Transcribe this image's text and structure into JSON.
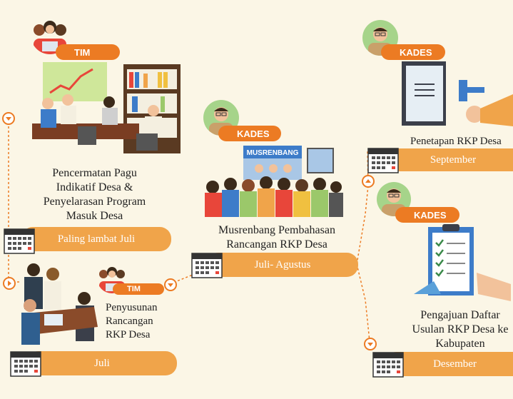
{
  "roles": {
    "tim1": "TIM",
    "kades1": "KADES",
    "kades2": "KADES",
    "kades3": "KADES",
    "tim2": "TIM"
  },
  "steps": {
    "step1": {
      "caption": "Pencermatan Pagu Indikatif Desa & Penyelarasan Program Masuk Desa",
      "time": "Paling lambat Juli"
    },
    "step2": {
      "caption": "Penyusunan Rancangan RKP Desa",
      "time": "Juli"
    },
    "step3": {
      "caption": "Musrenbang Pembahasan Rancangan RKP Desa",
      "time": "Juli- Agustus",
      "banner": "MUSRENBANG"
    },
    "step4": {
      "caption": "Penetapan RKP Desa",
      "time": "September"
    },
    "step5": {
      "caption": "Pengajuan Daftar Usulan RKP Desa ke Kabupaten",
      "time": "Desember"
    }
  },
  "colors": {
    "accent": "#ec7b23",
    "pill": "#f0a44a",
    "background": "#fbf6e6",
    "avatar": "#a6d48a"
  },
  "icons": [
    "calendar-icon",
    "team-avatar-icon",
    "kades-avatar-icon",
    "gavel-icon",
    "clipboard-checklist-icon"
  ]
}
